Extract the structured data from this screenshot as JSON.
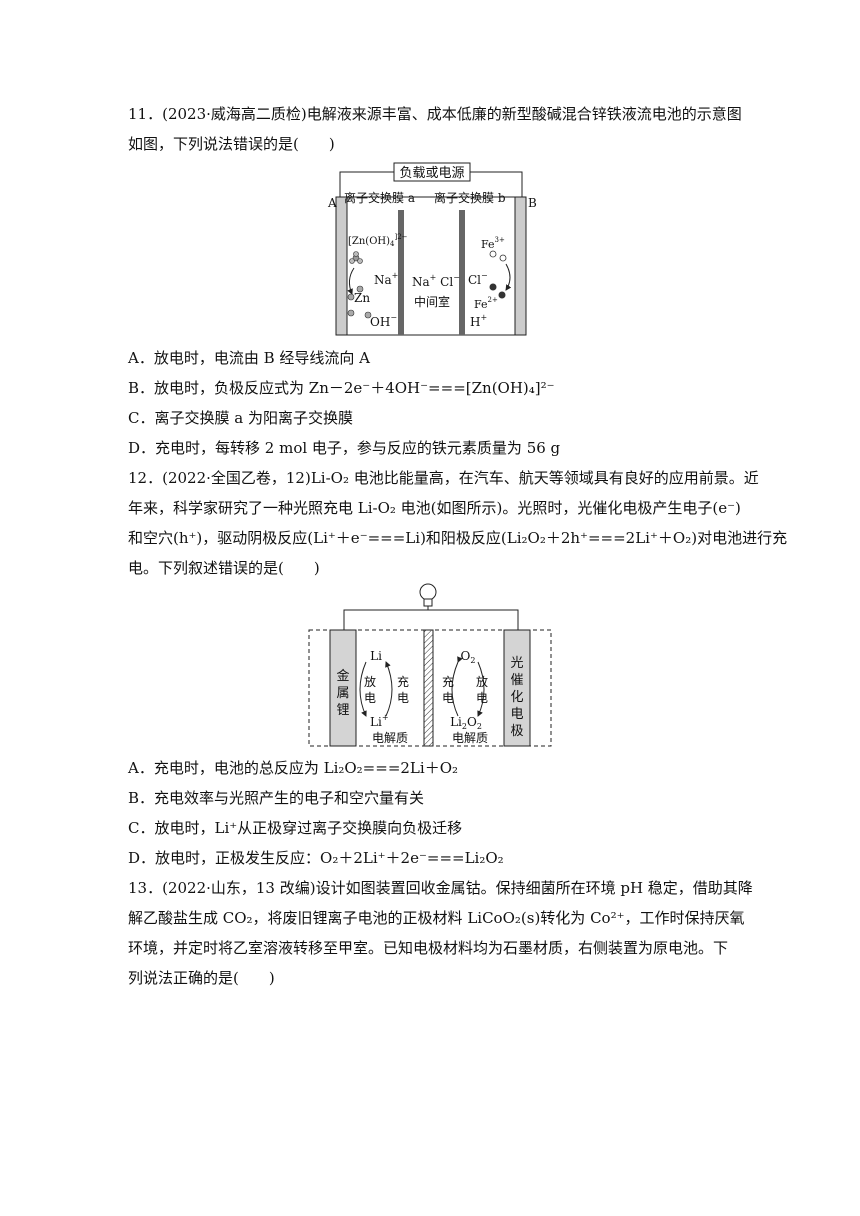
{
  "q11": {
    "line1": "11．(2023·威海高二质检)电解液来源丰富、成本低廉的新型酸碱混合锌铁液流电池的示意图",
    "line2": "如图，下列说法错误的是(　　)",
    "figure": {
      "top_label": "负载或电源",
      "electrode_a": "A",
      "electrode_b": "B",
      "membrane_a": "离子交换膜 a",
      "membrane_b": "离子交换膜 b",
      "left_complex": "[Zn(OH)4]2−",
      "left_na": "Na+",
      "left_zn": "Zn",
      "left_oh": "OH−",
      "mid_ions": "Na+  Cl−",
      "mid_room": "中间室",
      "right_fe3": "Fe3+",
      "right_cl": "Cl−",
      "right_fe2": "Fe2+",
      "right_h": "H+"
    },
    "optA": "A．放电时，电流由 B 经导线流向 A",
    "optB": "B．放电时，负极反应式为 Zn－2e⁻＋4OH⁻===[Zn(OH)₄]²⁻",
    "optC": "C．离子交换膜 a 为阳离子交换膜",
    "optD": "D．充电时，每转移 2 mol 电子，参与反应的铁元素质量为 56 g"
  },
  "q12": {
    "line1": "12．(2022·全国乙卷，12)Li-O₂ 电池比能量高，在汽车、航天等领域具有良好的应用前景。近",
    "line2": "年来，科学家研究了一种光照充电 Li-O₂ 电池(如图所示)。光照时，光催化电极产生电子(e⁻)",
    "line3": "和空穴(h⁺)，驱动阴极反应(Li⁺＋e⁻===Li)和阳极反应(Li₂O₂＋2h⁺===2Li⁺＋O₂)对电池进行充",
    "line4": "电。下列叙述错误的是(　　)",
    "figure": {
      "left_electrode": "金属锂",
      "right_electrode": "光催化电极",
      "li": "Li",
      "li_plus": "Li+",
      "discharge": "放电",
      "charge": "充电",
      "o2": "O2",
      "li2o2": "Li2O2",
      "electrolyte": "电解质"
    },
    "optA": "A．充电时，电池的总反应为 Li₂O₂===2Li＋O₂",
    "optB": "B．充电效率与光照产生的电子和空穴量有关",
    "optC": "C．放电时，Li⁺从正极穿过离子交换膜向负极迁移",
    "optD": "D．放电时，正极发生反应：O₂＋2Li⁺＋2e⁻===Li₂O₂"
  },
  "q13": {
    "line1": "13．(2022·山东，13 改编)设计如图装置回收金属钴。保持细菌所在环境 pH 稳定，借助其降",
    "line2": "解乙酸盐生成 CO₂，将废旧锂离子电池的正极材料 LiCoO₂(s)转化为 Co²⁺，工作时保持厌氧",
    "line3": "环境，并定时将乙室溶液转移至甲室。已知电极材料均为石墨材质，右侧装置为原电池。下",
    "line4": "列说法正确的是(　　)"
  }
}
